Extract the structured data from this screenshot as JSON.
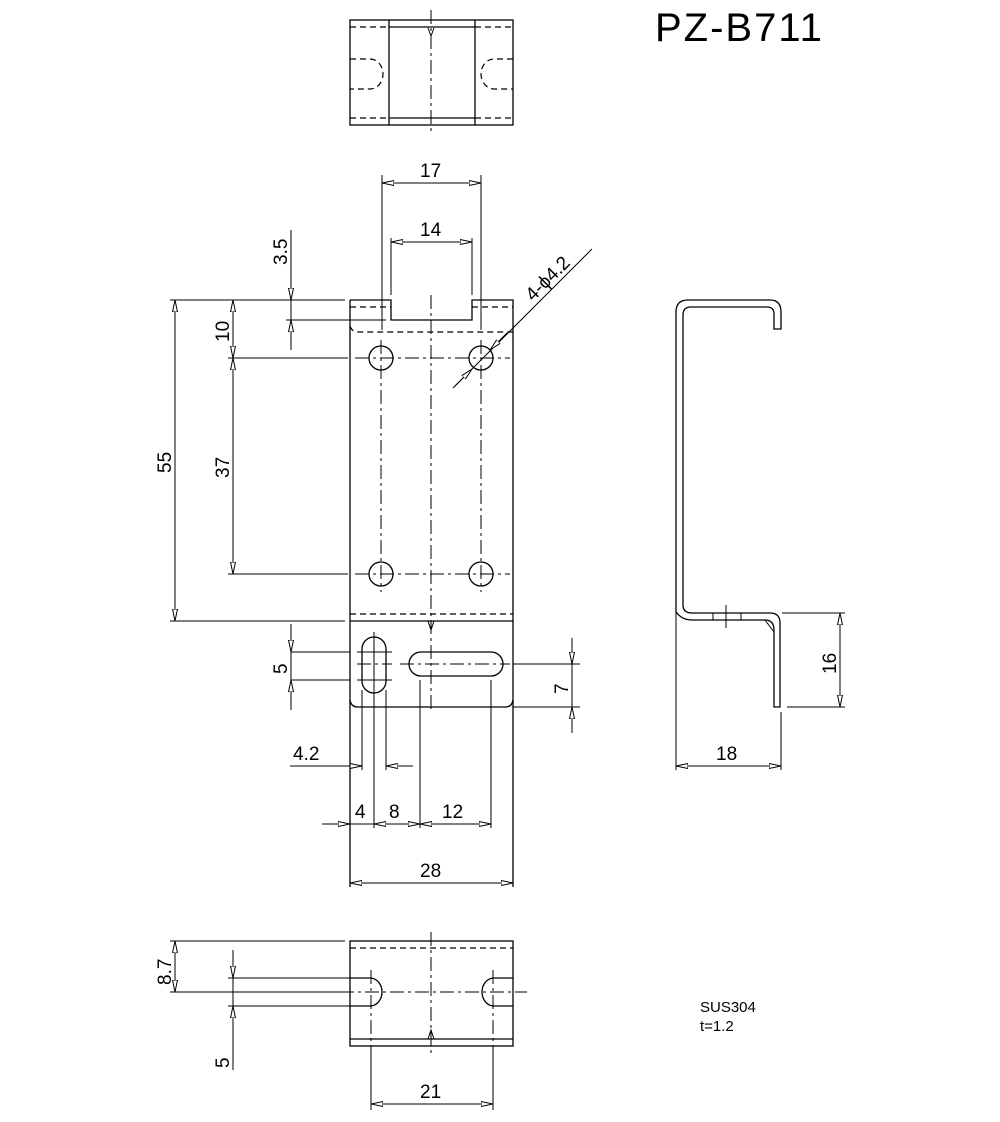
{
  "drawing": {
    "part_number": "PZ-B711",
    "material": "SUS304",
    "thickness": "t=1.2"
  },
  "views": {
    "top": {
      "name": "top-view"
    },
    "front": {
      "name": "front-view",
      "dims": {
        "width_17": "17",
        "notch_14": "14",
        "notch_depth_3_5": "3.5",
        "hole_offset_10": "10",
        "total_55": "55",
        "hole_pitch_37": "37",
        "hole_callout": "4-ϕ4.2",
        "slot_5": "5",
        "slot_7": "7",
        "slot_w_4_2": "4.2",
        "off_4": "4",
        "off_8": "8",
        "slot_12": "12",
        "width_28": "28"
      }
    },
    "side": {
      "name": "side-view",
      "dims": {
        "width_18": "18",
        "height_16": "16"
      }
    },
    "bottom": {
      "name": "bottom-view",
      "dims": {
        "h_8_7": "8.7",
        "h_5": "5",
        "pitch_21": "21"
      }
    }
  }
}
